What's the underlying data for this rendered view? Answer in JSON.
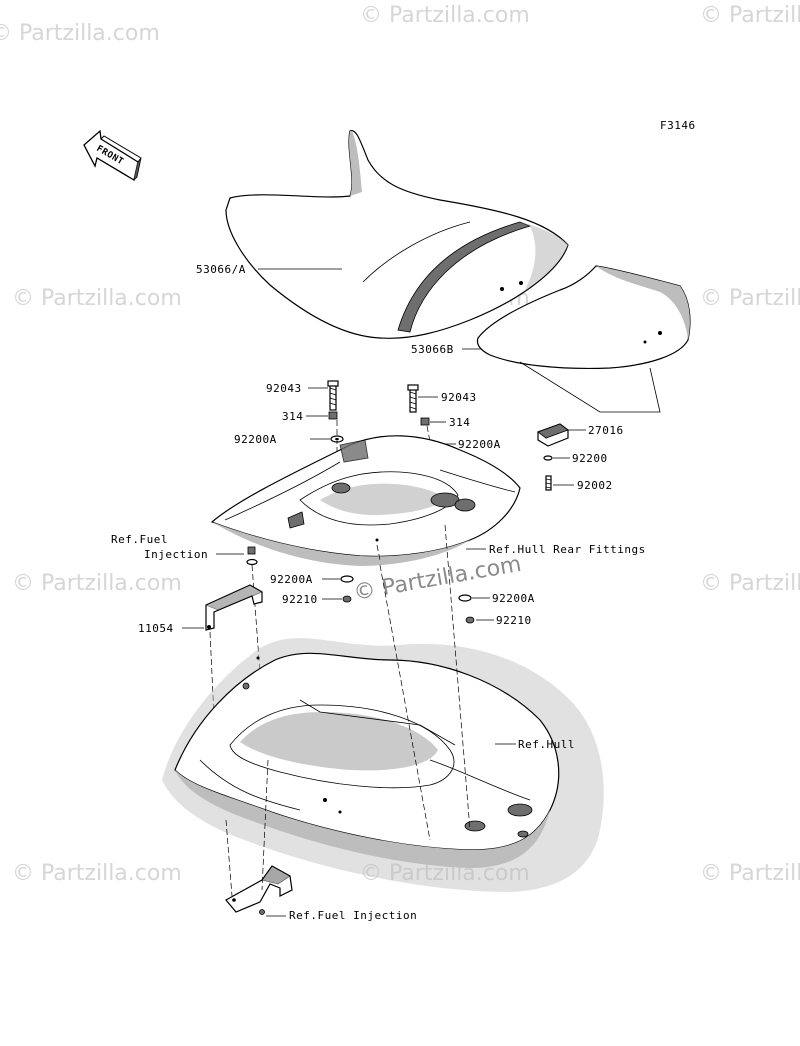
{
  "figure_code": "F3146",
  "front_arrow_label": "FRONT",
  "watermark_text": "© Partzilla.com",
  "labels": {
    "seat_front": "53066/A",
    "seat_rear": "53066B",
    "bolt_left": "92043",
    "bolt_right": "92043",
    "nut_left": "314",
    "nut_right": "314",
    "washer_left": "92200A",
    "washer_right": "92200A",
    "latch": "27016",
    "latch_washer": "92200",
    "latch_bolt": "92002",
    "ref_fuel_line1": "Ref.Fuel",
    "ref_fuel_line2": "Injection",
    "ref_hull_rear": "Ref.Hull Rear Fittings",
    "washer_lower_left": "92200A",
    "collar_lower_left": "92210",
    "washer_lower_right": "92200A",
    "collar_lower_right": "92210",
    "bracket": "11054",
    "ref_hull": "Ref.Hull",
    "ref_fuel_bottom": "Ref.Fuel Injection"
  }
}
